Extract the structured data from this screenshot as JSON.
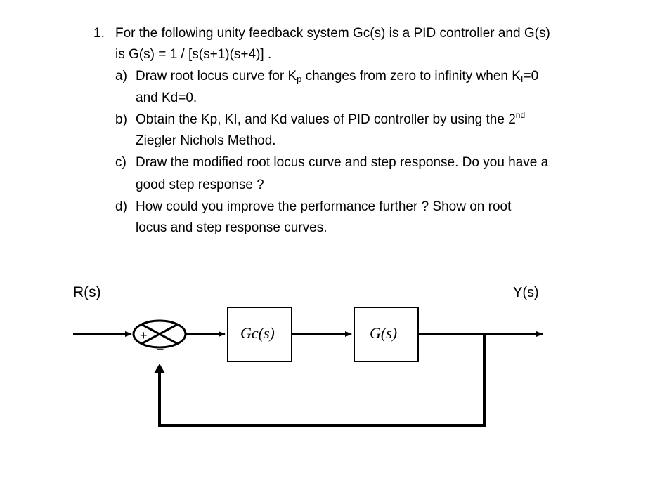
{
  "problem": {
    "number": "1.",
    "intro_line1": "For the following unity feedback system Gc(s) is a PID controller and  G(s)",
    "intro_line2": "is  G(s) = 1 / [s(s+1)(s+4)] .",
    "parts": [
      {
        "label": "a)",
        "line1_pre": "Draw root locus curve for K",
        "line1_sub": "p",
        "line1_post": " changes from zero to infinity when K",
        "line1_sub2": "I",
        "line1_post2": "=0",
        "line2": "and Kd=0."
      },
      {
        "label": "b)",
        "line1_pre": "Obtain the  Kp, KI, and Kd values of PID controller by using the 2",
        "line1_sup": "nd",
        "line2": "Ziegler Nichols Method."
      },
      {
        "label": "c)",
        "line1": "Draw the modified root locus curve and step response. Do you have a",
        "line2": "good step response ?"
      },
      {
        "label": "d)",
        "line1": "How could you improve the  performance further ?  Show on root",
        "line2": "locus and step response curves."
      }
    ]
  },
  "diagram": {
    "input_label": "R(s)",
    "output_label": "Y(s)",
    "plus_sign": "+",
    "minus_sign": "−",
    "controller_block": "Gc(s)",
    "plant_block": "G(s)"
  }
}
